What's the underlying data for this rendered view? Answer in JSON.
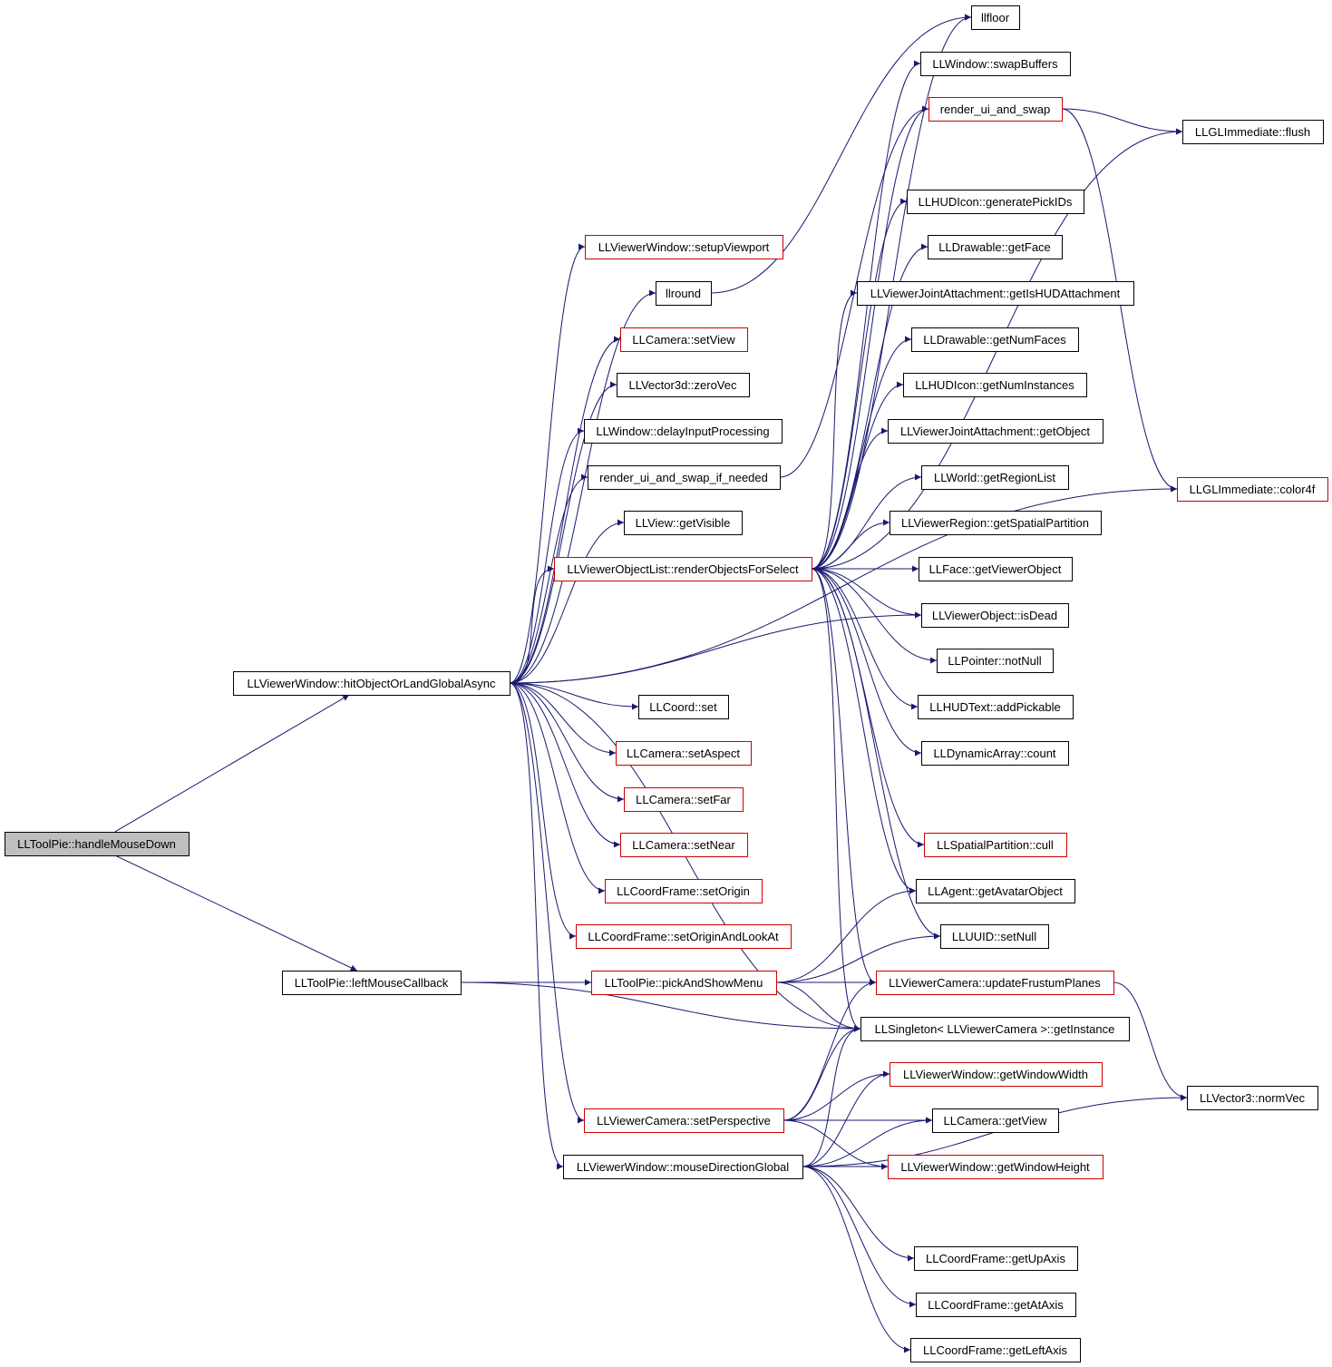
{
  "colors": {
    "edge": "#191970",
    "external_border": "#cc0000",
    "internal_border": "#000000",
    "root_fill": "#bfbfbf"
  },
  "nodes": [
    {
      "id": "n0",
      "label": "LLToolPie::handleMouseDown",
      "root": true
    },
    {
      "id": "n1",
      "label": "LLViewerWindow::hitObjectOrLandGlobalAsync"
    },
    {
      "id": "n2",
      "label": "LLToolPie::leftMouseCallback"
    },
    {
      "id": "n3",
      "label": "LLViewerWindow::setupViewport",
      "red": true
    },
    {
      "id": "n4",
      "label": "llround"
    },
    {
      "id": "n5",
      "label": "LLCamera::setView",
      "red": true
    },
    {
      "id": "n6",
      "label": "LLVector3d::zeroVec"
    },
    {
      "id": "n7",
      "label": "LLWindow::delayInputProcessing"
    },
    {
      "id": "n8",
      "label": "render_ui_and_swap_if_needed"
    },
    {
      "id": "n9",
      "label": "LLView::getVisible"
    },
    {
      "id": "n10",
      "label": "LLViewerObjectList::renderObjectsForSelect",
      "red": true
    },
    {
      "id": "n11",
      "label": "LLCoord::set"
    },
    {
      "id": "n12",
      "label": "LLCamera::setAspect",
      "red": true
    },
    {
      "id": "n13",
      "label": "LLCamera::setFar",
      "red": true
    },
    {
      "id": "n14",
      "label": "LLCamera::setNear",
      "red": true
    },
    {
      "id": "n15",
      "label": "LLCoordFrame::setOrigin",
      "red": true
    },
    {
      "id": "n16",
      "label": "LLCoordFrame::setOriginAndLookAt",
      "red": true
    },
    {
      "id": "n17",
      "label": "LLToolPie::pickAndShowMenu",
      "red": true
    },
    {
      "id": "n18",
      "label": "LLViewerCamera::setPerspective",
      "red": true
    },
    {
      "id": "n19",
      "label": "LLViewerWindow::mouseDirectionGlobal"
    },
    {
      "id": "n20",
      "label": "llfloor"
    },
    {
      "id": "n21",
      "label": "LLWindow::swapBuffers"
    },
    {
      "id": "n22",
      "label": "render_ui_and_swap",
      "red": true
    },
    {
      "id": "n23",
      "label": "LLHUDIcon::generatePickIDs"
    },
    {
      "id": "n24",
      "label": "LLDrawable::getFace"
    },
    {
      "id": "n25",
      "label": "LLViewerJointAttachment::getIsHUDAttachment"
    },
    {
      "id": "n26",
      "label": "LLDrawable::getNumFaces"
    },
    {
      "id": "n27",
      "label": "LLHUDIcon::getNumInstances"
    },
    {
      "id": "n28",
      "label": "LLViewerJointAttachment::getObject"
    },
    {
      "id": "n29",
      "label": "LLWorld::getRegionList"
    },
    {
      "id": "n30",
      "label": "LLViewerRegion::getSpatialPartition"
    },
    {
      "id": "n31",
      "label": "LLFace::getViewerObject"
    },
    {
      "id": "n32",
      "label": "LLViewerObject::isDead"
    },
    {
      "id": "n33",
      "label": "LLPointer::notNull"
    },
    {
      "id": "n34",
      "label": "LLHUDText::addPickable"
    },
    {
      "id": "n35",
      "label": "LLDynamicArray::count"
    },
    {
      "id": "n36",
      "label": "LLSpatialPartition::cull",
      "red": true
    },
    {
      "id": "n37",
      "label": "LLAgent::getAvatarObject"
    },
    {
      "id": "n38",
      "label": "LLUUID::setNull"
    },
    {
      "id": "n39",
      "label": "LLViewerCamera::updateFrustumPlanes",
      "red": true
    },
    {
      "id": "n40",
      "label": "LLSingleton< LLViewerCamera >::getInstance"
    },
    {
      "id": "n41",
      "label": "LLViewerWindow::getWindowWidth",
      "red": true
    },
    {
      "id": "n42",
      "label": "LLCamera::getView"
    },
    {
      "id": "n43",
      "label": "LLViewerWindow::getWindowHeight",
      "red": true
    },
    {
      "id": "n44",
      "label": "LLCoordFrame::getUpAxis"
    },
    {
      "id": "n45",
      "label": "LLCoordFrame::getAtAxis"
    },
    {
      "id": "n46",
      "label": "LLCoordFrame::getLeftAxis"
    },
    {
      "id": "n47",
      "label": "LLGLImmediate::flush"
    },
    {
      "id": "n48",
      "label": "LLGLImmediate::color4f",
      "red": true
    },
    {
      "id": "n49",
      "label": "LLVector3::normVec"
    }
  ],
  "edges": [
    [
      "n0",
      "n1"
    ],
    [
      "n0",
      "n2"
    ],
    [
      "n1",
      "n3"
    ],
    [
      "n1",
      "n4"
    ],
    [
      "n1",
      "n5"
    ],
    [
      "n1",
      "n6"
    ],
    [
      "n1",
      "n7"
    ],
    [
      "n1",
      "n8"
    ],
    [
      "n1",
      "n9"
    ],
    [
      "n1",
      "n10"
    ],
    [
      "n1",
      "n11"
    ],
    [
      "n1",
      "n12"
    ],
    [
      "n1",
      "n13"
    ],
    [
      "n1",
      "n14"
    ],
    [
      "n1",
      "n15"
    ],
    [
      "n1",
      "n16"
    ],
    [
      "n1",
      "n18"
    ],
    [
      "n1",
      "n19"
    ],
    [
      "n1",
      "n40"
    ],
    [
      "n1",
      "n48"
    ],
    [
      "n1",
      "n32"
    ],
    [
      "n2",
      "n17"
    ],
    [
      "n2",
      "n40"
    ],
    [
      "n4",
      "n20"
    ],
    [
      "n8",
      "n22"
    ],
    [
      "n10",
      "n20"
    ],
    [
      "n10",
      "n21"
    ],
    [
      "n10",
      "n22"
    ],
    [
      "n10",
      "n47"
    ],
    [
      "n10",
      "n23"
    ],
    [
      "n10",
      "n24"
    ],
    [
      "n10",
      "n25"
    ],
    [
      "n10",
      "n26"
    ],
    [
      "n10",
      "n27"
    ],
    [
      "n10",
      "n28"
    ],
    [
      "n10",
      "n29"
    ],
    [
      "n10",
      "n30"
    ],
    [
      "n10",
      "n31"
    ],
    [
      "n10",
      "n32"
    ],
    [
      "n10",
      "n33"
    ],
    [
      "n10",
      "n34"
    ],
    [
      "n10",
      "n35"
    ],
    [
      "n10",
      "n36"
    ],
    [
      "n10",
      "n37"
    ],
    [
      "n10",
      "n38"
    ],
    [
      "n10",
      "n39"
    ],
    [
      "n10",
      "n40"
    ],
    [
      "n17",
      "n37"
    ],
    [
      "n17",
      "n38"
    ],
    [
      "n17",
      "n39"
    ],
    [
      "n17",
      "n40"
    ],
    [
      "n18",
      "n39"
    ],
    [
      "n18",
      "n40"
    ],
    [
      "n18",
      "n41"
    ],
    [
      "n18",
      "n42"
    ],
    [
      "n18",
      "n43"
    ],
    [
      "n19",
      "n40"
    ],
    [
      "n19",
      "n41"
    ],
    [
      "n19",
      "n42"
    ],
    [
      "n19",
      "n43"
    ],
    [
      "n19",
      "n44"
    ],
    [
      "n19",
      "n45"
    ],
    [
      "n19",
      "n46"
    ],
    [
      "n19",
      "n49"
    ],
    [
      "n22",
      "n47"
    ],
    [
      "n22",
      "n48"
    ],
    [
      "n39",
      "n49"
    ]
  ]
}
